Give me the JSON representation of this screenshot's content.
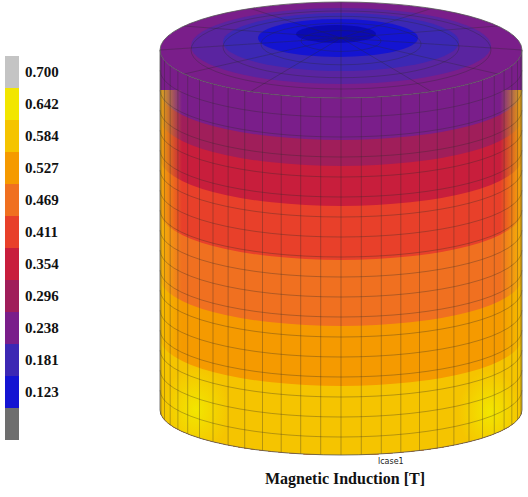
{
  "diagram": {
    "caption": "Magnetic Induction [T]",
    "labels": [
      "lcase1"
    ],
    "legend": [
      {
        "text": "0.700",
        "color": "#c4c4c4"
      },
      {
        "text": "0.642",
        "color": "#f2e600"
      },
      {
        "text": "0.584",
        "color": "#f5c400"
      },
      {
        "text": "0.527",
        "color": "#f59a00"
      },
      {
        "text": "0.469",
        "color": "#f07020"
      },
      {
        "text": "0.411",
        "color": "#e8402a"
      },
      {
        "text": "0.354",
        "color": "#c81e3c"
      },
      {
        "text": "0.296",
        "color": "#a01e5a"
      },
      {
        "text": "0.238",
        "color": "#7a1e8a"
      },
      {
        "text": "0.181",
        "color": "#3c28b4"
      },
      {
        "text": "0.123",
        "color": "#1414d2"
      }
    ]
  }
}
